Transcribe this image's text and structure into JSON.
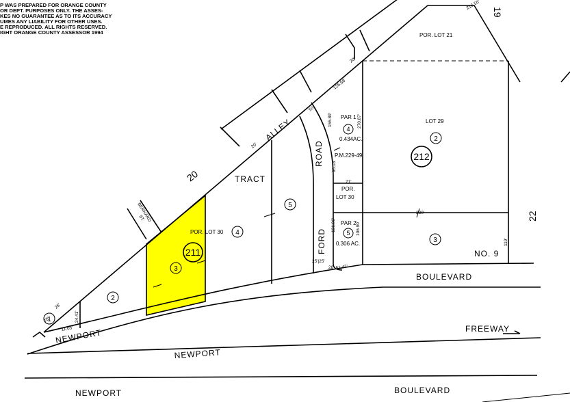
{
  "disclaimer": {
    "lines": [
      "P WAS PREPARED FOR ORANGE COUNTY",
      "OR DEPT. PURPOSES ONLY. THE ASSES-",
      "KES NO GUARANTEE AS TO ITS ACCURACY",
      "UMES ANY LIABILITY FOR OTHER USES.",
      "E REPRODUCED. ALL RIGHTS RESERVED.",
      "IGHT ORANGE COUNTY ASSESSOR 1994"
    ]
  },
  "page_numbers": {
    "left": "211",
    "right": "212"
  },
  "roads": {
    "alley": "ALLEY",
    "ford_road_top": "ROAD",
    "ford_road_bottom": "FORD",
    "bernard_1": "BERNARD",
    "bernard_2": "ST.",
    "newport_left": "NEWPORT",
    "newport_mid": "NEWPORT",
    "newport_bottom": "NEWPORT",
    "boulevard_upper": "BOULEVARD",
    "boulevard_lower": "BOULEVARD",
    "freeway": "FREEWAY"
  },
  "tract": {
    "number": "20",
    "label": "TRACT",
    "no_label": "NO. 9",
    "side_number": "22",
    "corner_number": "19"
  },
  "parcels": {
    "p1": "1",
    "p2": "2",
    "p3": "3",
    "p4": "4",
    "p5": "5",
    "r2": "2",
    "r3": "3",
    "par1_num": "4",
    "par2_num": "5"
  },
  "lots": {
    "por_lot_30_left": "POR. LOT 30",
    "por_lot_21": "POR. LOT 21",
    "lot_29": "LOT 29",
    "por": "POR.",
    "lot_30": "LOT 30",
    "par1": "PAR 1",
    "par1_area": "0.434AC.",
    "pm": "P.M.229-49",
    "par2": "PAR 2",
    "par2_area": "0.306 AC."
  },
  "dimensions": {
    "d330": "330'",
    "d25": "25'|25'",
    "d50": "50",
    "d71": "71'",
    "d126": "126.68'",
    "d155": "155.89'",
    "d270": "270.87'",
    "d106": "106.90'",
    "d51": "51.47'",
    "d119": "119'",
    "d216": "216.55'",
    "d95": "95.18'",
    "d20": "20'",
    "d20b": "20'",
    "d26": "26'",
    "d78": "78'",
    "d11": "11.05'",
    "d24": "24.41'",
    "d131": "131.86'",
    "d28": "28'"
  },
  "colors": {
    "highlight": "#ffff00",
    "ink": "#000000",
    "paper": "#ffffff"
  }
}
